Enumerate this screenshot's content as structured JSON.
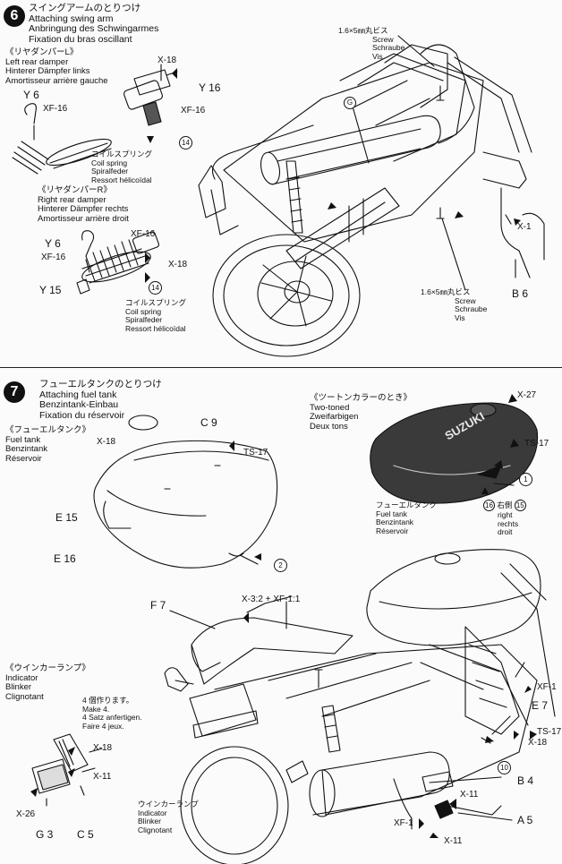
{
  "step6": {
    "number": "6",
    "title_jp": "スイングアームのとりつけ",
    "title_en": "Attaching swing arm",
    "title_de": "Anbringung des Schwingarmes",
    "title_fr": "Fixation du bras oscillant",
    "left_damper": {
      "jp": "《リヤダンパーL》",
      "en": "Left rear damper",
      "de": "Hinterer Dämpfer links",
      "fr": "Amortisseur arrière gauche"
    },
    "right_damper": {
      "jp": "《リヤダンパーR》",
      "en": "Right rear damper",
      "de": "Hinterer Dämpfer rechts",
      "fr": "Amortisseur arrière droit"
    },
    "coil_spring_left": {
      "jp": "コイルスプリング",
      "en": "Coil spring",
      "de": "Spiralfeder",
      "fr": "Ressort hélicoïdal"
    },
    "coil_spring_right": {
      "jp": "コイルスプリング",
      "en": "Coil spring",
      "de": "Spiralfeder",
      "fr": "Ressort hélicoïdal"
    },
    "screw_top": {
      "size": "1.6×5㎜丸ビス",
      "en": "Screw",
      "de": "Schraube",
      "fr": "Vis"
    },
    "screw_bottom": {
      "size": "1.6×5㎜丸ビス",
      "en": "Screw",
      "de": "Schraube",
      "fr": "Vis"
    },
    "parts": {
      "y6_a": "Y 6",
      "xf16_a": "XF-16",
      "x18_a": "X-18",
      "y16": "Y 16",
      "xf16_b": "XF-16",
      "callout14_a": "14",
      "y6_b": "Y 6",
      "xf16_c": "XF-16",
      "xf16_d": "XF-16",
      "x18_b": "X-18",
      "y15": "Y 15",
      "callout14_b": "14",
      "g": "G",
      "x1": "X-1",
      "b6": "B 6"
    }
  },
  "step7": {
    "number": "7",
    "title_jp": "フューエルタンクのとりつけ",
    "title_en": "Attaching fuel tank",
    "title_de": "Benzintank-Einbau",
    "title_fr": "Fixation du réservoir",
    "fuel_tank_left": {
      "jp": "《フューエルタンク》",
      "en": "Fuel tank",
      "de": "Benzintank",
      "fr": "Réservoir"
    },
    "two_tone": {
      "jp": "《ツートンカラーのとき》",
      "en": "Two-toned",
      "de": "Zweifarbigen",
      "fr": "Deux tons"
    },
    "fuel_tank_right": {
      "jp": "フューエルタンク",
      "en": "Fuel tank",
      "de": "Benzintank",
      "fr": "Réservoir"
    },
    "indicator_left": {
      "jp": "《ウインカーランプ》",
      "en": "Indicator",
      "de": "Blinker",
      "fr": "Clignotant"
    },
    "make4": {
      "jp": "4 個作ります。",
      "en": "Make 4.",
      "de": "4 Satz anfertigen.",
      "fr": "Faire 4 jeux."
    },
    "indicator_bottom": {
      "jp": "ウインカーランプ",
      "en": "Indicator",
      "de": "Blinker",
      "fr": "Clignotant"
    },
    "right_side": {
      "jp": "右側",
      "callout_a": "16",
      "callout_b": "15",
      "en": "right",
      "de": "rechts",
      "fr": "droit"
    },
    "tank_logo": "SUZUKI",
    "parts": {
      "c9": "C 9",
      "x18_a": "X-18",
      "ts17_a": "TS-17",
      "e15": "E 15",
      "e16": "E 16",
      "callout2": "2",
      "x27": "X-27",
      "ts17_b": "TS-17",
      "callout1": "1",
      "f7": "F 7",
      "x3_xf1": "X-3:2 + XF-1:1",
      "xf1_a": "XF-1",
      "e7": "E 7",
      "ts17_c": "TS-17",
      "x18_b": "X-18",
      "callout10": "10",
      "b4": "B 4",
      "x11_a": "X-11",
      "xf1_b": "XF-1",
      "a5": "A 5",
      "x11_b": "X-11",
      "x18_c": "X-18",
      "x11_c": "X-11",
      "x26": "X-26",
      "g3": "G 3",
      "c5": "C 5"
    }
  },
  "colors": {
    "ink": "#111111",
    "paper": "#fbfbfb",
    "tank_dark": "#3a3a3a"
  }
}
